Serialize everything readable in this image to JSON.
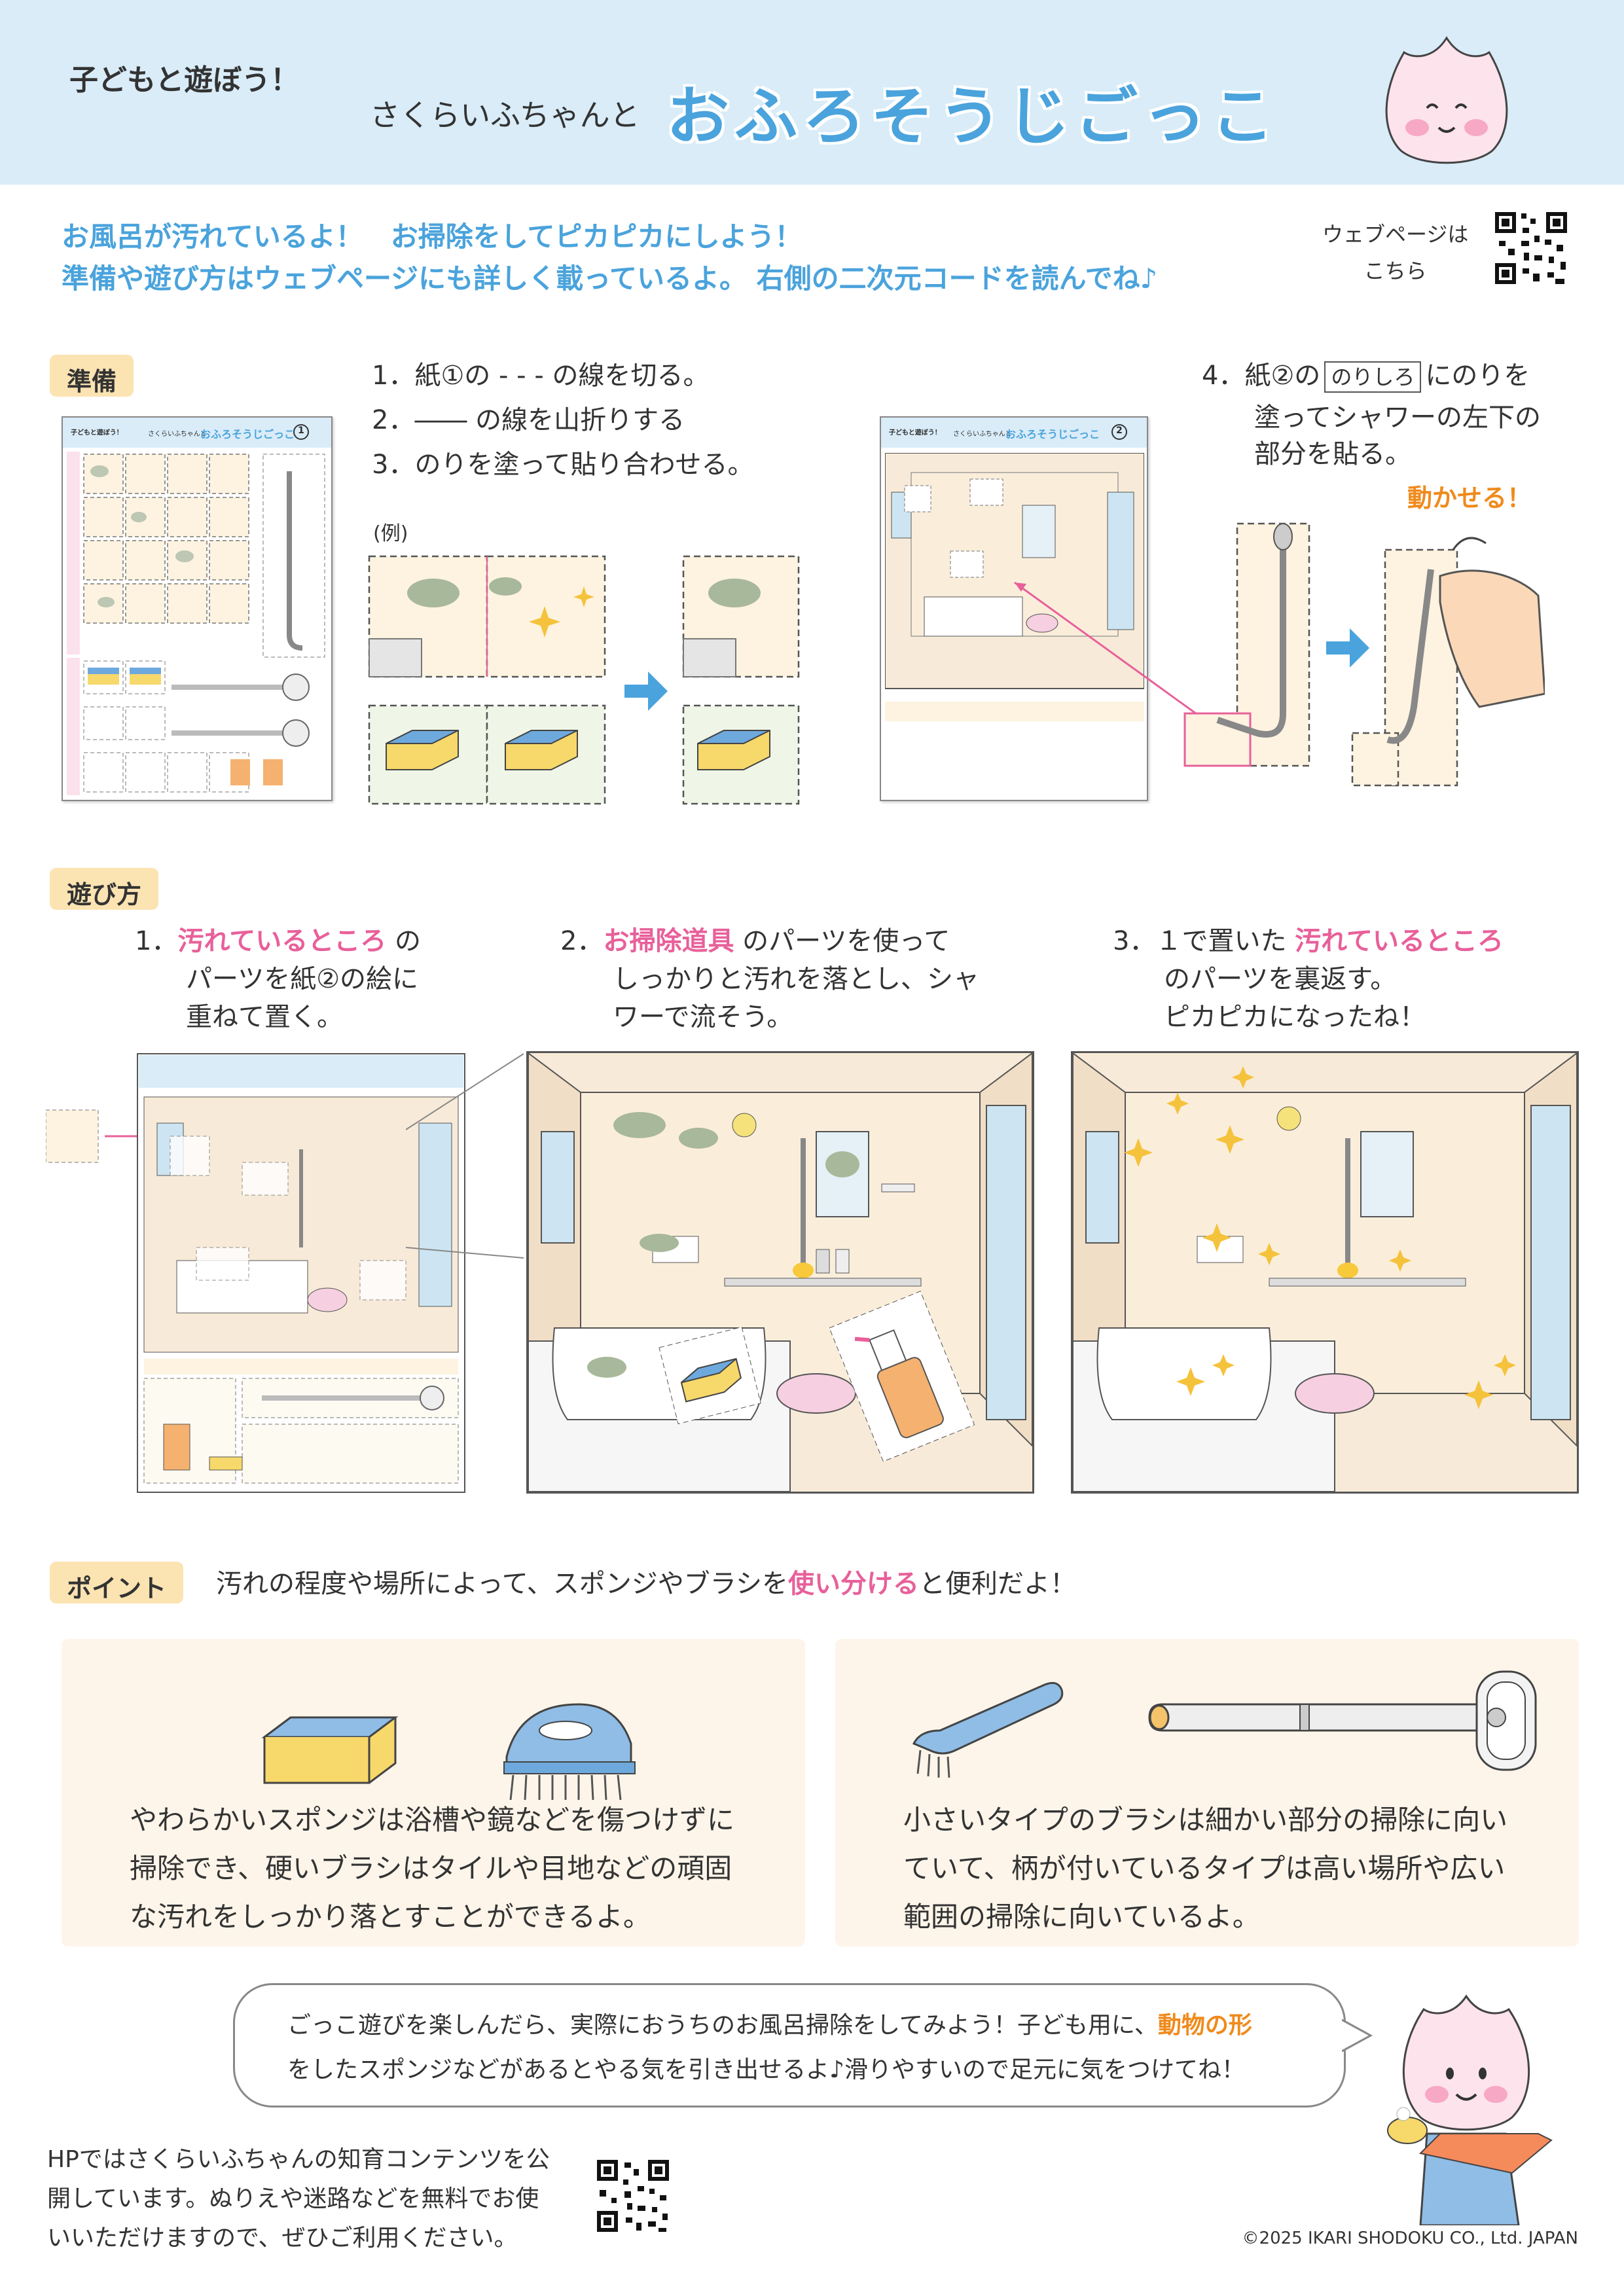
{
  "header": {
    "subtitle": "子どもと遊ぼう！",
    "lead": "さくらいふちゃんと",
    "title": "おふろそうじごっこ"
  },
  "intro": {
    "line1": "お風呂が汚れているよ！　お掃除をしてピカピカにしよう！",
    "line2": "準備や遊び方はウェブページにも詳しく載っているよ。 右側の二次元コードを読んでね♪",
    "web_line1": "ウェブページは",
    "web_line2": "こちら"
  },
  "prep": {
    "tag": "準備",
    "step1": "1．紙①の - - - の線を切る。",
    "step2": "2．―― の線を山折りする",
    "step3": "3．のりを塗って貼り合わせる。",
    "example": "(例)",
    "step4_a": "4．紙②の",
    "step4_box": "のりしろ",
    "step4_b": "にのりを",
    "step4_line2": "塗ってシャワーの左下の",
    "step4_line3": "部分を貼る。",
    "movable": "動かせる！",
    "sheet1_title": "おふろそうじごっこ",
    "sheet1_num": "1",
    "sheet2_title": "おふろそうじごっこ",
    "sheet2_num": "2",
    "sheet_sub": "子どもと遊ぼう！",
    "sheet_lead": "さくらいふちゃんと"
  },
  "play": {
    "tag": "遊び方",
    "s1_num": "1．",
    "s1_hl": "汚れているところ",
    "s1_a": "の",
    "s1_line2": "パーツを紙②の絵に",
    "s1_line3": "重ねて置く。",
    "s2_num": "2．",
    "s2_hl": "お掃除道具",
    "s2_a": "のパーツを使って",
    "s2_line2": "しっかりと汚れを落とし、シャ",
    "s2_line3": "ワーで流そう。",
    "s3_num": "3．",
    "s3_a": "１で置いた",
    "s3_hl": "汚れているところ",
    "s3_line2": "のパーツを裏返す。",
    "s3_line3": "ピカピカになったね！"
  },
  "point": {
    "tag": "ポイント",
    "text_a": "汚れの程度や場所によって、スポンジやブラシを",
    "text_hl": "使い分ける",
    "text_b": "と便利だよ！",
    "card1_l1": "やわらかいスポンジは浴槽や鏡などを傷つけずに",
    "card1_l2": "掃除でき、硬いブラシはタイルや目地などの頑固",
    "card1_l3": "な汚れをしっかり落とすことができるよ。",
    "card2_l1": "小さいタイプのブラシは細かい部分の掃除に向い",
    "card2_l2": "ていて、柄が付いているタイプは高い場所や広い",
    "card2_l3": "範囲の掃除に向いているよ。"
  },
  "bubble": {
    "l1_a": "ごっこ遊びを楽しんだら、実際におうちのお風呂掃除をしてみよう！子ども用に、",
    "l1_hl": "動物の形",
    "l2": "をしたスポンジなどがあるとやる気を引き出せるよ♪滑りやすいので足元に気をつけてね！"
  },
  "footer": {
    "l1": "HPではさくらいふちゃんの知育コンテンツを公",
    "l2": "開しています。ぬりえや迷路などを無料でお使",
    "l3": "いいただけますので、ぜひご利用ください。",
    "copyright": "©2025 IKARI SHODOKU CO., Ltd. JAPAN"
  },
  "colors": {
    "accent_blue": "#4aa3dc",
    "pink": "#e8609a",
    "orange": "#f08a1c",
    "tag_bg": "#fbe3b2",
    "header_bg": "#d9ecf8"
  }
}
